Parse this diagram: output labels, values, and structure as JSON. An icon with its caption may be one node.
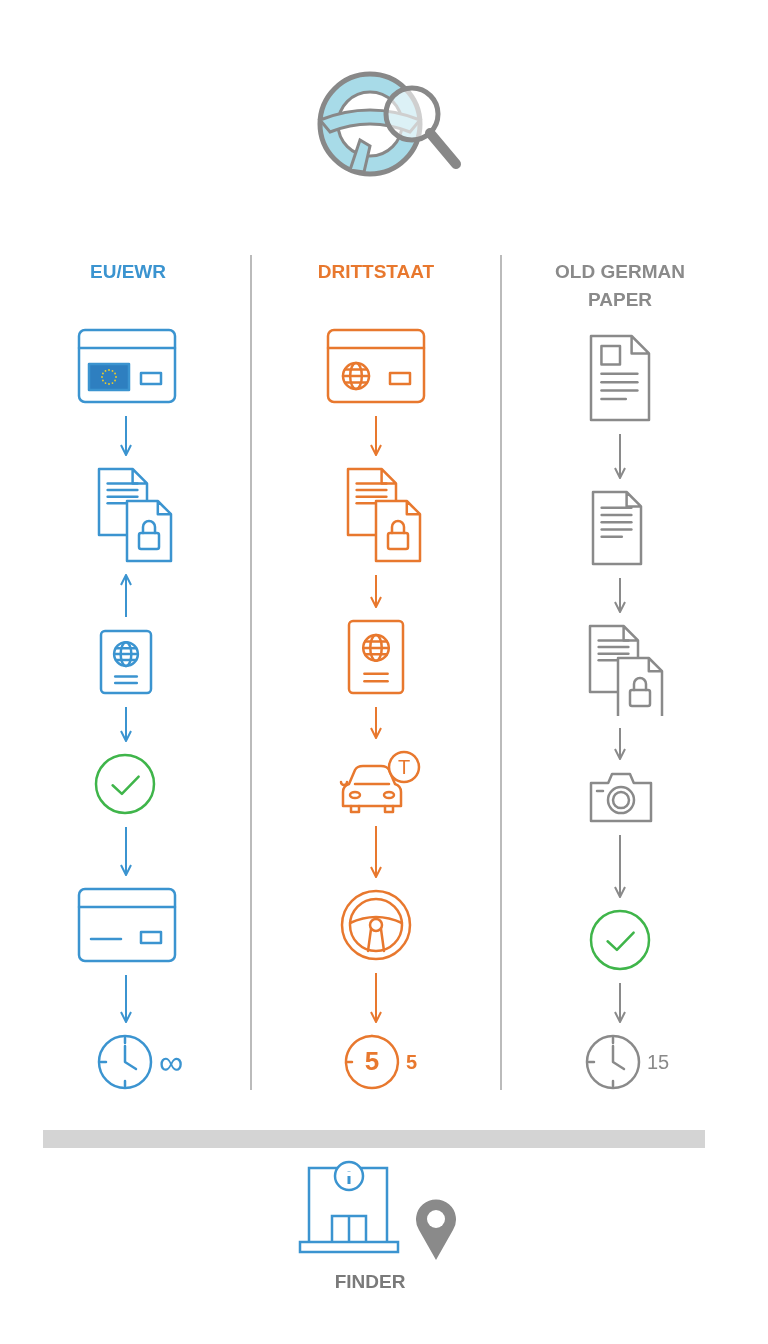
{
  "diagram": {
    "nodes": [
      {
        "text": [],
        "shape": "card"
      },
      {
        "text": [],
        "shape": "document"
      },
      {
        "text": [],
        "shape": "passport"
      },
      {
        "text": [],
        "shape": "circle"
      },
      {
        "text": [],
        "shape": "card"
      },
      {
        "text": [],
        "shape": "clock",
        "beside": [
          "∞"
        ]
      },
      {
        "text": [],
        "shape": "card"
      },
      {
        "text": [],
        "shape": "document"
      },
      {
        "text": [],
        "shape": "passport"
      },
      {
        "text": [
          "T"
        ]
      },
      {
        "text": [],
        "shape": "circle"
      },
      {
        "text": [
          "5"
        ],
        "beside": [
          "5"
        ]
      },
      {
        "text": [],
        "shape": "document"
      },
      {
        "text": [],
        "shape": "document"
      },
      {
        "text": [],
        "shape": "document"
      },
      {
        "text": [],
        "shape": "camera"
      },
      {
        "text": [],
        "shape": "circle"
      },
      {
        "text": [],
        "shape": "clock",
        "beside": [
          "15"
        ]
      },
      {
        "text": [],
        "shape": "bar"
      }
    ],
    "edges": [
      {
        "from": 0,
        "to": 1,
        "arrow": "to"
      },
      {
        "from": 2,
        "to": 1,
        "arrow": "to"
      },
      {
        "from": 2,
        "to": 3,
        "arrow": "to"
      },
      {
        "from": 3,
        "to": 4,
        "arrow": "to"
      },
      {
        "from": 4,
        "to": 5,
        "arrow": "to"
      },
      {
        "from": 6,
        "to": 7,
        "arrow": "to",
        "color": "#e8782e"
      },
      {
        "from": 7,
        "to": 8,
        "arrow": "to",
        "color": "#e8782e"
      },
      {
        "from": 8,
        "to": 9,
        "arrow": "to",
        "color": "#e8782e"
      },
      {
        "from": 9,
        "to": 10,
        "arrow": "to",
        "color": "#e8782e"
      },
      {
        "from": 10,
        "to": 11,
        "arrow": "to",
        "color": "#e8782e"
      },
      {
        "from": 12,
        "to": 13,
        "arrow": "to"
      },
      {
        "from": 13,
        "to": 14,
        "arrow": "to"
      },
      {
        "from": 14,
        "to": 15,
        "arrow": "to"
      },
      {
        "from": 15,
        "to": 16,
        "arrow": "to"
      },
      {
        "from": 16,
        "to": 17,
        "arrow": "to"
      }
    ],
    "labels": [
      "EU/EWR",
      "DRITTSTAAT",
      "OLD GERMAN PAPER",
      "FINDER"
    ]
  }
}
